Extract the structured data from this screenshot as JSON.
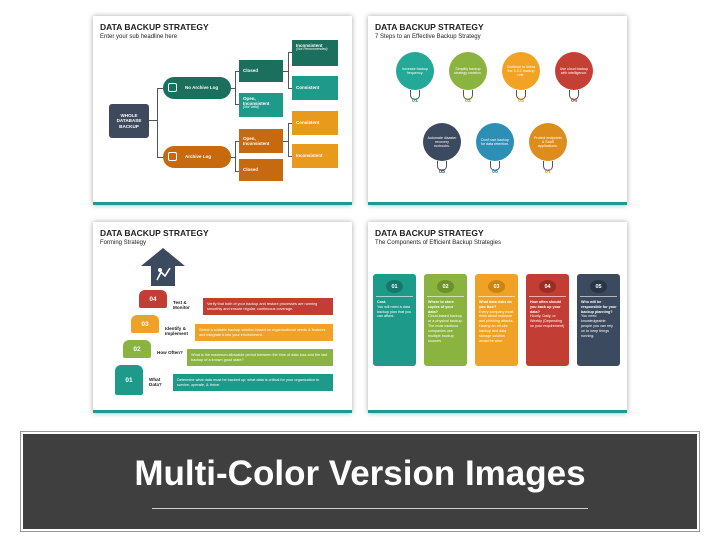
{
  "slide1": {
    "title": "DATA BACKUP STRATEGY",
    "subtitle": "Enter your sub headline here",
    "root": "WHOLE DATABASE BACKUP",
    "branch_top": "No Archive Log",
    "branch_bottom": "Archive Log",
    "closed": "Closed",
    "open_inconsistent": "Open, Inconsistent",
    "not_valid": "(Not Valid)",
    "inconsistent": "Inconsistent",
    "not_recommended": "(Not Recommended)",
    "consistent": "Consistent",
    "colors": {
      "root": "#3e4a5c",
      "green": "#1b6f5d",
      "orange": "#c7690f",
      "teal": "#1e9a8a",
      "amber": "#e89a1c"
    }
  },
  "slide2": {
    "title": "DATA BACKUP STRATEGY",
    "subtitle": "7 Steps to an Effective Backup Strategy",
    "bulbs": [
      {
        "num": "01",
        "text": "Increase backup frequency.",
        "color": "#24a897"
      },
      {
        "num": "02",
        "text": "Simplify backup strategy creation.",
        "color": "#8ab43f"
      },
      {
        "num": "03",
        "text": "Continue to follow the 3-2-1 backup rule.",
        "color": "#f2a323"
      },
      {
        "num": "04",
        "text": "Use cloud backup with intelligence.",
        "color": "#c43f34"
      },
      {
        "num": "05",
        "text": "Automate disaster recovery runbooks.",
        "color": "#3b4a5e"
      },
      {
        "num": "06",
        "text": "Don't use backup for data retention.",
        "color": "#2d8fb5"
      },
      {
        "num": "07",
        "text": "Protect endpoints & SaaS applications.",
        "color": "#dd8d1d"
      }
    ]
  },
  "slide3": {
    "title": "DATA BACKUP STRATEGY",
    "subtitle": "Forming Strategy",
    "steps": [
      {
        "num": "04",
        "label": "Test & Monitor",
        "desc": "Verify that both of your backup and restore processes are running smoothly and ensure regular, continuous coverage.",
        "color": "#c23d33"
      },
      {
        "num": "03",
        "label": "Identify & Implement",
        "desc": "Select a suitable backup solution based on organizational needs & features and integrate it into your environment.",
        "color": "#f0a226"
      },
      {
        "num": "02",
        "label": "How Often?",
        "desc": "What is the maximum allowable period between the time of data loss and the last backup of a known good state?",
        "color": "#8ab43f"
      },
      {
        "num": "01",
        "label": "What Data?",
        "desc": "Determine what data must be backed up; what data is critical for your organization to survive, operate, & thrive.",
        "color": "#1e9a8a"
      }
    ]
  },
  "slide4": {
    "title": "DATA BACKUP STRATEGY",
    "subtitle": "The Components of Efficient Backup Strategies",
    "cards": [
      {
        "num": "01",
        "head": "Cost.",
        "body": "You will need a data backup plan that you can afford.",
        "color": "#1e9a8a"
      },
      {
        "num": "02",
        "head": "Where to store copies of your data?",
        "body": "Cloud-based backup or a physical backup. The most cautious companies use multiple backup sources.",
        "color": "#8ab43f"
      },
      {
        "num": "03",
        "head": "What data risks do you face?",
        "body": "Every company must think about malware and phishing attacks. Having an off-site backup and data storage solution would be wise.",
        "color": "#f0a226"
      },
      {
        "num": "04",
        "head": "How often should you back up your data?",
        "body": "Hourly, Daily, or Weekly (Depending on your requirement)",
        "color": "#c23d33"
      },
      {
        "num": "05",
        "head": "Who will be responsible for your backup planning?",
        "body": "You need knowledgeable people you can rely on to keep things running.",
        "color": "#3b4a5e"
      }
    ]
  },
  "banner": {
    "text": "Multi-Color Version Images"
  }
}
